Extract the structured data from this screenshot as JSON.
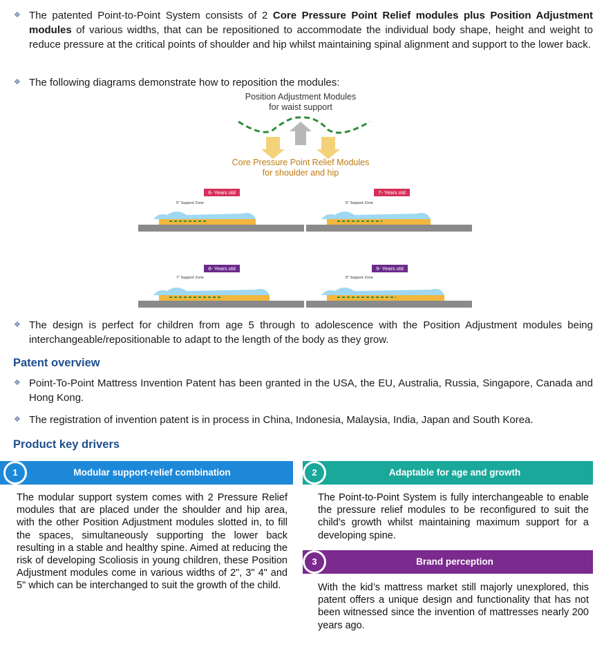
{
  "bullets_top": [
    {
      "pre": "The patented Point-to-Point System consists of 2 ",
      "bold": "Core Pressure Point Relief modules plus Position Adjustment modules",
      "post": " of various widths, that can be repositioned to accommodate the individual body shape, height and weight to reduce pressure at the critical points of shoulder and hip whilst maintaining spinal alignment and support to the lower back."
    },
    {
      "text": "The following diagrams demonstrate how to reposition the modules:"
    }
  ],
  "diagram": {
    "top_label_line1": "Position Adjustment Modules",
    "top_label_line2": "for waist support",
    "mid_label_line1": "Core Pressure Point Relief Modules",
    "mid_label_line2": "for shoulder  and hip",
    "panels": [
      {
        "age": "6- Years old",
        "zone": "5\" Support Zone",
        "color": "#d6305a"
      },
      {
        "age": "7- Years old",
        "zone": "6\" Support Zone",
        "color": "#d6305a"
      },
      {
        "age": "8- Years old",
        "zone": "7\" Support Zone",
        "color": "#6b2a8c"
      },
      {
        "age": "9- Years old",
        "zone": "8\" Support Zone",
        "color": "#6b2a8c"
      }
    ]
  },
  "bullet_design": "The design is perfect for children from age 5 through to adolescence with the Position Adjustment modules being interchangeable/repositionable to adapt to the length of the body as they grow.",
  "patent_heading": "Patent overview",
  "patent_bullets": [
    "Point-To-Point Mattress Invention Patent has been granted in the USA, the EU, Australia, Russia, Singapore, Canada and Hong Kong.",
    "The registration of invention patent is in process in China, Indonesia, Malaysia, India, Japan and South Korea."
  ],
  "drivers_heading": "Product key drivers",
  "drivers": [
    {
      "num": "1",
      "title": "Modular support-relief combination",
      "color": "#1e88d8",
      "text": "The modular support system comes with 2 Pressure Relief modules that are placed under the shoulder and hip area, with the other Position Adjustment modules slotted in, to fill the spaces, simultaneously supporting the lower back resulting in a stable and healthy spine. Aimed at reducing the risk of developing Scoliosis in young children, these Position Adjustment  modules come in various widths of 2\", 3\" 4\" and 5\" which can be interchanged to suit the growth of the child."
    },
    {
      "num": "2",
      "title": "Adaptable for age and growth",
      "color": "#1aa89a",
      "text": "The Point-to-Point System is fully interchangeable to enable the pressure relief modules to be reconfigured to suit the child's growth whilst maintaining maximum support for a developing spine."
    },
    {
      "num": "3",
      "title": "Brand perception",
      "color": "#7b2a8e",
      "text": "With the kid’s mattress market still majorly unexplored, this patent offers a unique design and functionality that has not been witnessed since the invention of mattresses nearly 200 years ago."
    }
  ],
  "bullet_mark": "❖"
}
